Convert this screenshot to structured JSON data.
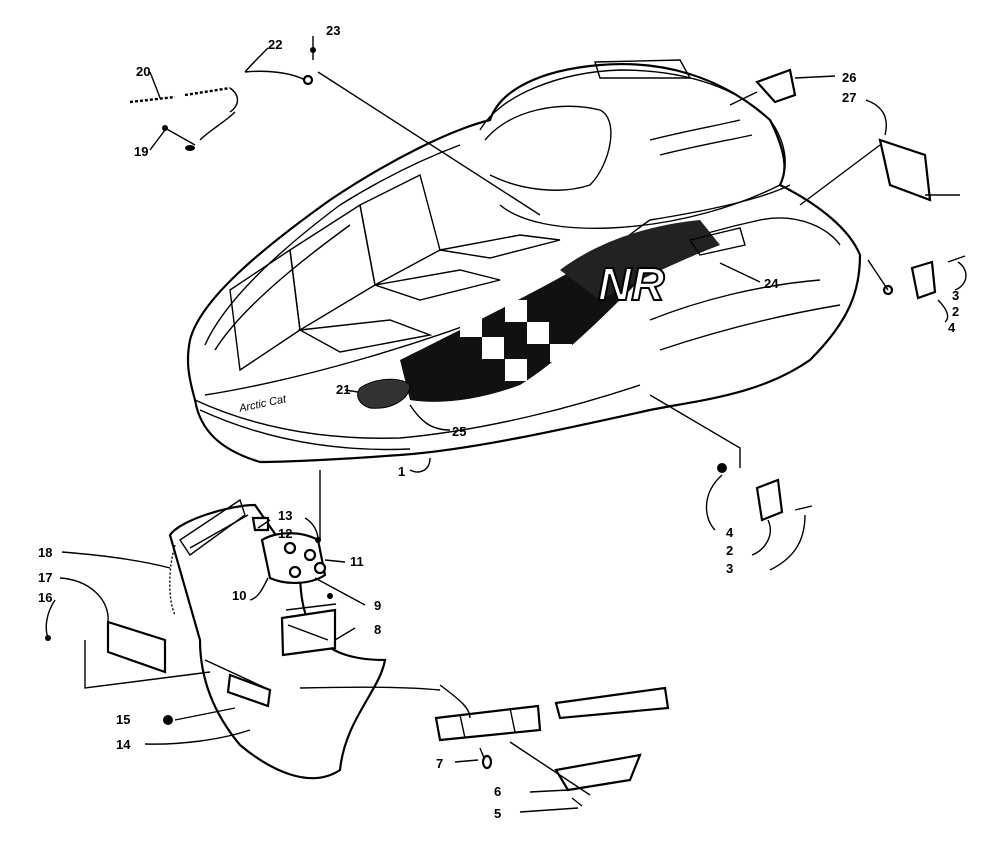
{
  "decal": {
    "model_text": "NR",
    "brand_text": "Arctic Cat"
  },
  "callouts": [
    {
      "id": "1",
      "label": "1"
    },
    {
      "id": "2a",
      "label": "2"
    },
    {
      "id": "3a",
      "label": "3"
    },
    {
      "id": "4a",
      "label": "4"
    },
    {
      "id": "4b",
      "label": "4"
    },
    {
      "id": "2b",
      "label": "2"
    },
    {
      "id": "3b",
      "label": "3"
    },
    {
      "id": "5",
      "label": "5"
    },
    {
      "id": "6",
      "label": "6"
    },
    {
      "id": "7",
      "label": "7"
    },
    {
      "id": "8",
      "label": "8"
    },
    {
      "id": "9",
      "label": "9"
    },
    {
      "id": "10",
      "label": "10"
    },
    {
      "id": "11",
      "label": "11"
    },
    {
      "id": "12",
      "label": "12"
    },
    {
      "id": "13",
      "label": "13"
    },
    {
      "id": "14",
      "label": "14"
    },
    {
      "id": "15",
      "label": "15"
    },
    {
      "id": "16",
      "label": "16"
    },
    {
      "id": "17",
      "label": "17"
    },
    {
      "id": "18",
      "label": "18"
    },
    {
      "id": "19",
      "label": "19"
    },
    {
      "id": "20",
      "label": "20"
    },
    {
      "id": "21",
      "label": "21"
    },
    {
      "id": "22",
      "label": "22"
    },
    {
      "id": "23",
      "label": "23"
    },
    {
      "id": "24",
      "label": "24"
    },
    {
      "id": "25",
      "label": "25"
    },
    {
      "id": "26",
      "label": "26"
    },
    {
      "id": "27",
      "label": "27"
    }
  ]
}
